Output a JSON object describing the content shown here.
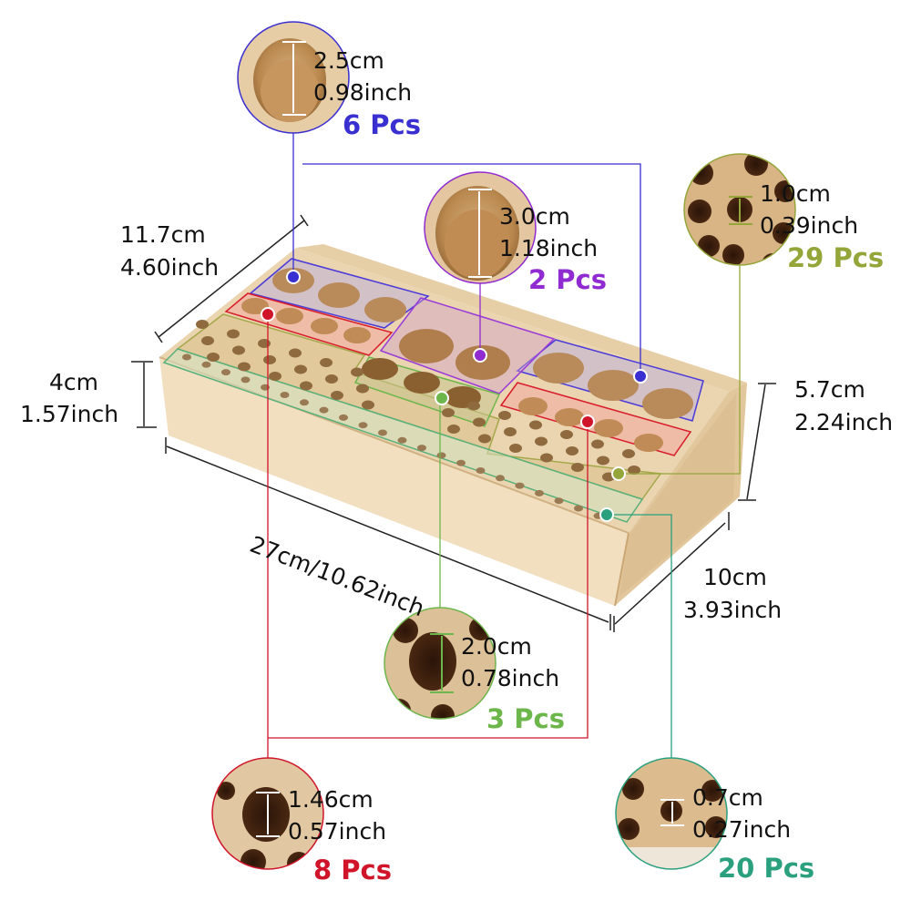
{
  "dimensions": {
    "length": "27cm/10.62inch",
    "depth_cm": "10cm",
    "depth_in": "3.93inch",
    "side_cm": "11.7cm",
    "side_in": "4.60inch",
    "front_height_cm": "4cm",
    "front_height_in": "1.57inch",
    "back_height_cm": "5.7cm",
    "back_height_in": "2.24inch"
  },
  "holes": [
    {
      "id": "h25",
      "cm": "2.5cm",
      "inch": "0.98inch",
      "count": "6 Pcs",
      "color": "#3a2fd0"
    },
    {
      "id": "h30",
      "cm": "3.0cm",
      "inch": "1.18inch",
      "count": "2 Pcs",
      "color": "#8f2bd0"
    },
    {
      "id": "h10",
      "cm": "1.0cm",
      "inch": "0.39inch",
      "count": "29 Pcs",
      "color": "#94a63a"
    },
    {
      "id": "h20",
      "cm": "2.0cm",
      "inch": "0.78inch",
      "count": "3 Pcs",
      "color": "#6db64c"
    },
    {
      "id": "h146",
      "cm": "1.46cm",
      "inch": "0.57inch",
      "count": "8 Pcs",
      "color": "#d0142a"
    },
    {
      "id": "h07",
      "cm": "0.7cm",
      "inch": "0.27inch",
      "count": "20 Pcs",
      "color": "#2aa07e"
    }
  ],
  "colors": {
    "wood": "#e9d2ad",
    "wood_dark": "#d8b98c",
    "hole": "#5a3418",
    "line": "#222222"
  }
}
